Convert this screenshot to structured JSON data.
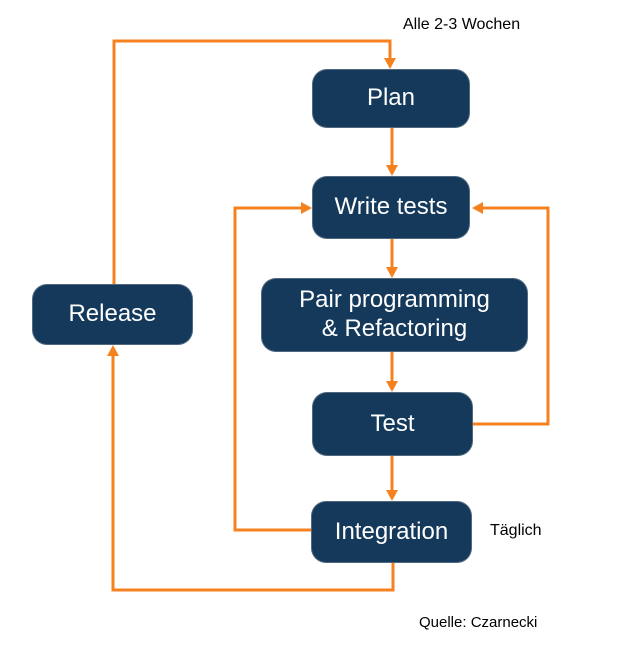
{
  "colors": {
    "box_fill": "#15395B",
    "accent_orange": "#F6821F",
    "box_text": "#FFFFFF",
    "annotation_text": "#000000"
  },
  "nodes": {
    "plan": {
      "label": "Plan"
    },
    "write_tests": {
      "label": "Write tests"
    },
    "pair": {
      "label_line1": "Pair programming",
      "label_line2": "& Refactoring"
    },
    "test": {
      "label": "Test"
    },
    "integration": {
      "label": "Integration"
    },
    "release": {
      "label": "Release"
    }
  },
  "annotations": {
    "cycle_note": "Alle 2-3 Wochen",
    "daily_note": "Täglich",
    "source": "Quelle: Czarnecki"
  }
}
